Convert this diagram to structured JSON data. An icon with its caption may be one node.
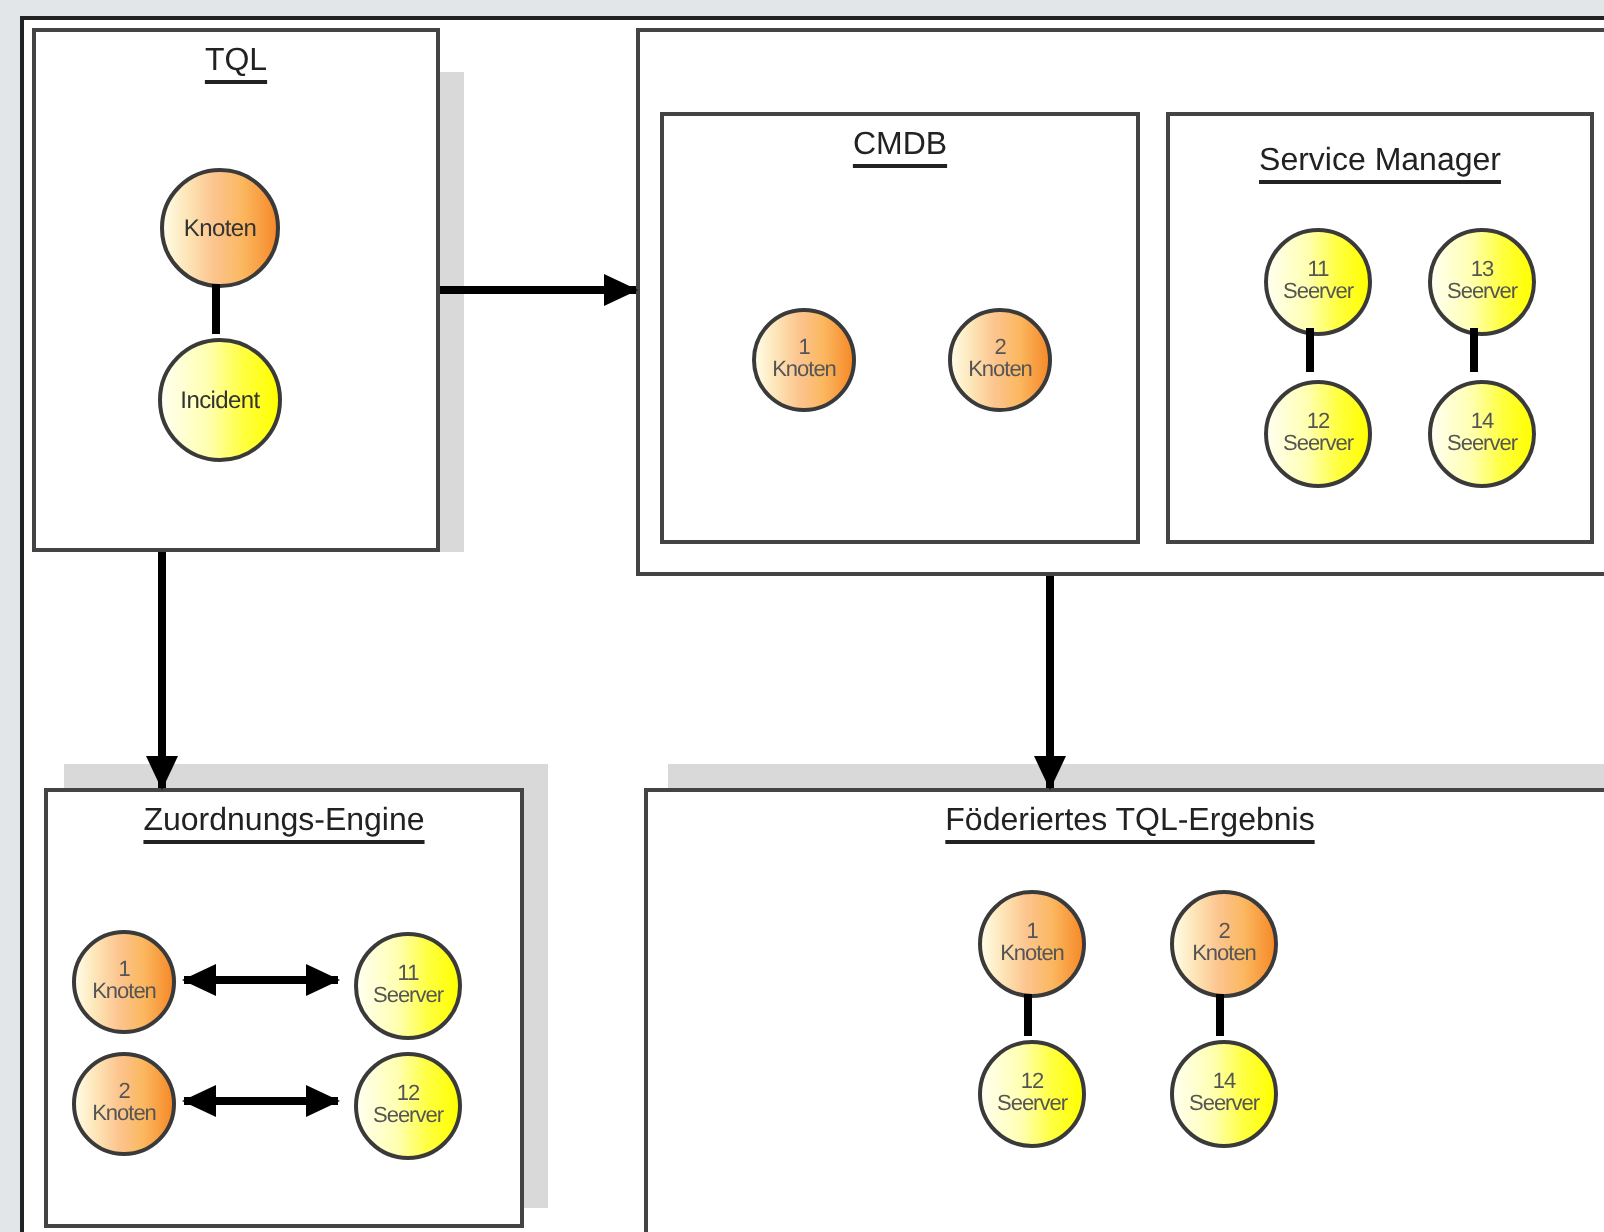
{
  "diagram": {
    "nodes": [
      {
        "text": [
          "TQL"
        ]
      },
      {
        "text": [
          "Knoten"
        ],
        "in": 0
      },
      {
        "text": [
          "Incident"
        ],
        "in": 0
      },
      {
        "text": [],
        "shape": "box"
      },
      {
        "text": [
          "CMDB"
        ],
        "in": 3
      },
      {
        "text": [
          "1",
          "Knoten"
        ],
        "in": 4
      },
      {
        "text": [
          "2",
          "Knoten"
        ],
        "in": 4
      },
      {
        "text": [
          "Service Manager"
        ],
        "in": 3
      },
      {
        "text": [
          "11",
          "Seerver"
        ],
        "in": 7
      },
      {
        "text": [
          "13",
          "Seerver"
        ],
        "in": 7
      },
      {
        "text": [
          "12",
          "Seerver"
        ],
        "in": 7
      },
      {
        "text": [
          "14",
          "Seerver"
        ],
        "in": 7
      },
      {
        "text": [
          "Zuordnungs-Engine"
        ]
      },
      {
        "text": [
          "1",
          "Knoten"
        ],
        "in": 12
      },
      {
        "text": [
          "11",
          "Seerver"
        ],
        "in": 12
      },
      {
        "text": [
          "2",
          "Knoten"
        ],
        "in": 12
      },
      {
        "text": [
          "12",
          "Seerver"
        ],
        "in": 12
      },
      {
        "text": [
          "Föderiertes TQL-Ergebnis"
        ]
      },
      {
        "text": [
          "1",
          "Knoten"
        ],
        "in": 17
      },
      {
        "text": [
          "2",
          "Knoten"
        ],
        "in": 17
      },
      {
        "text": [
          "12",
          "Seerver"
        ],
        "in": 17
      },
      {
        "text": [
          "14",
          "Seerver"
        ],
        "in": 17
      }
    ],
    "edges": [
      {
        "from": 1,
        "to": 2,
        "arrow": "none"
      },
      {
        "from": 0,
        "to": 3,
        "arrow": "to"
      },
      {
        "from": 0,
        "to": 12,
        "arrow": "to"
      },
      {
        "from": 3,
        "to": 17,
        "arrow": "to"
      },
      {
        "from": 8,
        "to": 10,
        "arrow": "none"
      },
      {
        "from": 9,
        "to": 11,
        "arrow": "none"
      },
      {
        "from": 13,
        "to": 14,
        "arrow": "both"
      },
      {
        "from": 15,
        "to": 16,
        "arrow": "both"
      },
      {
        "from": 18,
        "to": 20,
        "arrow": "none"
      },
      {
        "from": 19,
        "to": 21,
        "arrow": "none"
      }
    ]
  }
}
